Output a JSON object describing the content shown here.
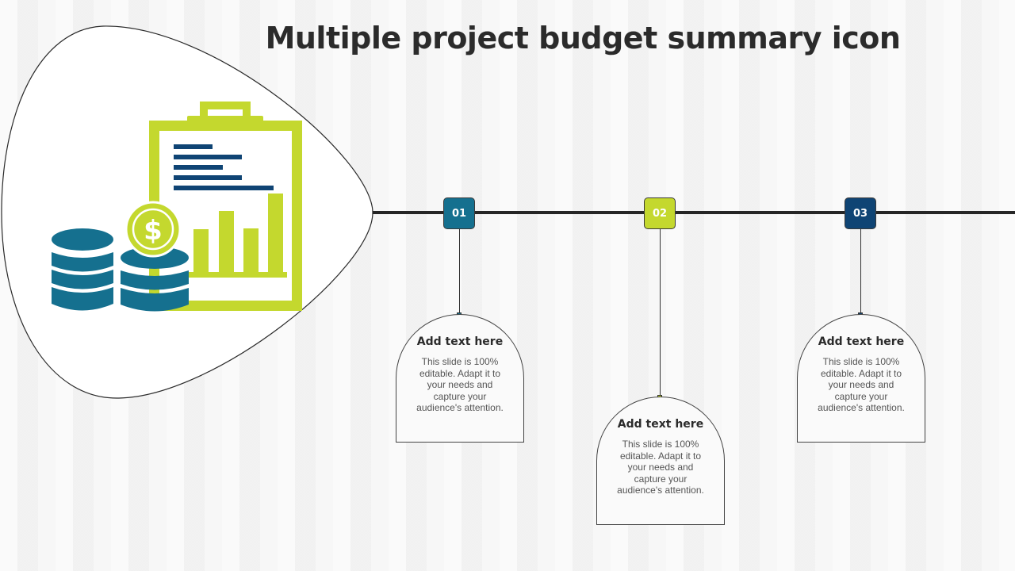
{
  "slide": {
    "title": "Multiple project budget summary icon"
  },
  "colors": {
    "teal": "#15708f",
    "lime": "#c4d82e",
    "navy": "#0f4474",
    "line": "#262626"
  },
  "icon": {
    "name": "project-budget-icon",
    "dollar_symbol": "$"
  },
  "steps": [
    {
      "number": "01",
      "color": "#15708f",
      "title": "Add text here",
      "body": "This slide is 100% editable. Adapt it to your needs and capture your audience's attention."
    },
    {
      "number": "02",
      "color": "#c4d82e",
      "title": "Add text here",
      "body": "This slide is 100% editable. Adapt it to your needs and capture your audience's attention."
    },
    {
      "number": "03",
      "color": "#0f4474",
      "title": "Add text here",
      "body": "This slide is 100% editable. Adapt it to your needs and capture your audience's attention."
    }
  ]
}
